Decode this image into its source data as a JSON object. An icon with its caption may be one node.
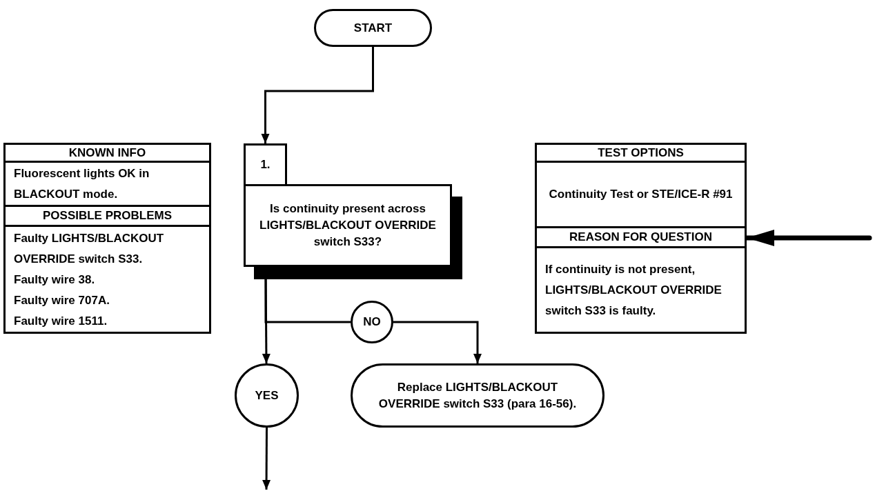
{
  "diagram": {
    "nodes": [
      {
        "text": [
          "START"
        ]
      },
      {
        "text": [
          "1."
        ]
      },
      {
        "text": [
          "Is continuity present across LIGHTS/BLACKOUT OVERRIDE switch S33?"
        ]
      },
      {
        "text": [
          "KNOWN INFO"
        ]
      },
      {
        "text": [
          "Fluorescent lights OK in BLACKOUT mode."
        ]
      },
      {
        "text": [
          "POSSIBLE PROBLEMS"
        ]
      },
      {
        "text": [
          "Faulty LIGHTS/BLACKOUT OVERRIDE switch S33.",
          "Faulty wire 38.",
          "Faulty wire 707A.",
          "Faulty wire 1511."
        ]
      },
      {
        "text": [
          "TEST OPTIONS"
        ]
      },
      {
        "text": [
          "Continuity Test or STE/ICE-R #91"
        ]
      },
      {
        "text": [
          "REASON FOR QUESTION"
        ]
      },
      {
        "text": [
          "If continuity is not present, LIGHTS/BLACKOUT OVERRIDE switch S33 is faulty."
        ]
      },
      {
        "text": [
          "NO"
        ]
      },
      {
        "text": [
          "YES"
        ]
      },
      {
        "text": [
          "Replace LIGHTS/BLACKOUT OVERRIDE switch S33 (para 16-56)."
        ]
      }
    ],
    "edges": [
      {
        "from": 0,
        "to": 1,
        "arrow": "to"
      },
      {
        "from": 2,
        "to": 12,
        "arrow": "to"
      },
      {
        "from": 2,
        "to": 11,
        "arrow": "none"
      },
      {
        "from": 11,
        "to": 13,
        "arrow": "to"
      },
      {
        "from": 12,
        "to": null,
        "arrow": "to"
      },
      {
        "from": null,
        "to": 9,
        "arrow": "to",
        "style": "thick"
      }
    ]
  }
}
